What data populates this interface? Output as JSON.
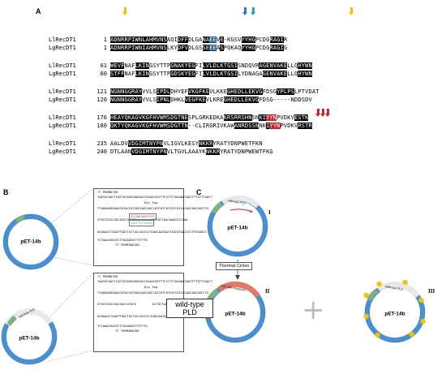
{
  "panel_labels": {
    "a": "A",
    "b": "B",
    "c": "C"
  },
  "alignment": {
    "blocks": [
      {
        "rows": [
          {
            "name": "LlRecDT1",
            "start": "1",
            "segments": [
              [
                "ADNRRPIWN",
                "b"
              ],
              [
                "LAHMVNS",
                "b"
              ],
              [
                "AQI",
                "n"
              ],
              [
                "DFF",
                "b"
              ],
              [
                "DLGA",
                "n"
              ],
              [
                "NA",
                "b"
              ],
              [
                "E",
                "t"
              ],
              [
                "E",
                "t"
              ],
              [
                "V",
                "n"
              ],
              [
                "E",
                "b"
              ],
              [
                "-KGSV",
                "n"
              ],
              [
                "YYHG",
                "b"
              ],
              [
                "PCDG",
                "n"
              ],
              [
                "RAGI",
                "b"
              ],
              [
                "R",
                "n"
              ]
            ]
          },
          {
            "name": "LgRecDT1",
            "start": "1",
            "segments": [
              [
                "ADNRRPIWN",
                "b"
              ],
              [
                "IAHMVNS",
                "b"
              ],
              [
                "LKY",
                "n"
              ],
              [
                "DFV",
                "b"
              ],
              [
                "DLGS",
                "n"
              ],
              [
                "SE",
                "b"
              ],
              [
                "E",
                "t"
              ],
              [
                "E",
                "t"
              ],
              [
                "A",
                "n"
              ],
              [
                "S",
                "b"
              ],
              [
                "PQKAQ",
                "n"
              ],
              [
                "YYHG",
                "b"
              ],
              [
                "PCDG",
                "n"
              ],
              [
                "RAGI",
                "b"
              ],
              [
                "G",
                "n"
              ]
            ]
          }
        ]
      },
      {
        "rows": [
          {
            "name": "LlRecDT1",
            "start": "61",
            "segments": [
              [
                "WEVF",
                "b"
              ],
              [
                "NAF",
                "n"
              ],
              [
                "LKIN",
                "b"
              ],
              [
                "GSYTTP",
                "n"
              ],
              [
                "GNAKYEG",
                "b"
              ],
              [
                "FI",
                "n"
              ],
              [
                "LVLDLKTGSI",
                "b"
              ],
              [
                "SNDQVR",
                "n"
              ],
              [
                "AGENVAKE",
                "b"
              ],
              [
                "LLQ",
                "n"
              ],
              [
                "HYWN",
                "b"
              ]
            ]
          },
          {
            "name": "LgRecDT1",
            "start": "60",
            "segments": [
              [
                "STFF",
                "b"
              ],
              [
                "NAF",
                "n"
              ],
              [
                "LKIN",
                "b"
              ],
              [
                "GSYTTP",
                "n"
              ],
              [
                "GDSKYEG",
                "b"
              ],
              [
                "FI",
                "n"
              ],
              [
                "LVLDLKTGSI",
                "b"
              ],
              [
                "LYDNAGA",
                "n"
              ],
              [
                "GENVAKE",
                "b"
              ],
              [
                "LLQ",
                "n"
              ],
              [
                "HYWN",
                "b"
              ]
            ]
          }
        ]
      },
      {
        "rows": [
          {
            "name": "LlRecDT1",
            "start": "121",
            "segments": [
              [
                "NGNNGGRAY",
                "b"
              ],
              [
                "VVLS",
                "n"
              ],
              [
                "IPDL",
                "b"
              ],
              [
                "DHYEF",
                "n"
              ],
              [
                "VKGFKE",
                "b"
              ],
              [
                "VLKKE",
                "n"
              ],
              [
                "GHEDLLEKVG",
                "b"
              ],
              [
                "FDSG",
                "n"
              ],
              [
                "YPLPS",
                "b"
              ],
              [
                "LPTVDAT",
                "n"
              ]
            ]
          },
          {
            "name": "LgRecDT1",
            "start": "120",
            "segments": [
              [
                "NGNNGGRAY",
                "b"
              ],
              [
                "VVLS",
                "n"
              ],
              [
                "IPNL",
                "b"
              ],
              [
                "DHKL",
                "n"
              ],
              [
                "VEGFKE",
                "b"
              ],
              [
                "VLKRE",
                "n"
              ],
              [
                "GHEDLLEKVG",
                "b"
              ],
              [
                "FDSG",
                "n"
              ],
              [
                "-----",
                "n"
              ],
              [
                "NDDSDV",
                "n"
              ]
            ]
          }
        ]
      },
      {
        "rows": [
          {
            "name": "LlRecDT1",
            "start": "176",
            "segments": [
              [
                "HEAYQKAGVKG",
                "b"
              ],
              [
                "FHVWMSDGTNE",
                "b"
              ],
              [
                "SPLGRKEDKA",
                "n"
              ],
              [
                "KRSRRSHN",
                "b"
              ],
              [
                "SN",
                "n"
              ],
              [
                "KI",
                "b"
              ],
              [
                "YYN",
                "r"
              ],
              [
                "PVDKV",
                "n"
              ],
              [
                "ESTK",
                "b"
              ]
            ]
          },
          {
            "name": "LgRecDT1",
            "start": "180",
            "segments": [
              [
                "QKTYQKAGVKG",
                "b"
              ],
              [
                "FHVWMSDGTTN",
                "b"
              ],
              [
                "--CLIRGRIVKAW",
                "n"
              ],
              [
                "ANRDSSN",
                "b"
              ],
              [
                "NK",
                "n"
              ],
              [
                "I",
                "b"
              ],
              [
                "YYN",
                "r"
              ],
              [
                "PVDKV",
                "n"
              ],
              [
                "RSTR",
                "b"
              ]
            ]
          }
        ]
      },
      {
        "rows": [
          {
            "name": "LlRecDT1",
            "start": "235",
            "segments": [
              [
                "AALDV",
                "n"
              ],
              [
                "VDGIMTNYPN",
                "b"
              ],
              [
                "VLIGVLKESY",
                "n"
              ],
              [
                "NKKR",
                "b"
              ],
              [
                "YRATYDNPWETFKN",
                "n"
              ]
            ]
          },
          {
            "name": "LgRecDT1",
            "start": "240",
            "segments": [
              [
                "DTLAAN",
                "n"
              ],
              [
                "VDGIMTNYPN",
                "b"
              ],
              [
                "VLTGVLAAAYK",
                "n"
              ],
              [
                "NKKR",
                "b"
              ],
              [
                "YRATYDNPWEWTFKG",
                "n"
              ]
            ]
          }
        ]
      }
    ],
    "arrow_colors": {
      "yellow": "#f2c300",
      "blue": "#3a78b5",
      "teal": "#2aa1a8",
      "red": "#c1272d"
    }
  },
  "panel_b": {
    "plasmid_label": "pET-14b",
    "insert_label": "wild-type PLD",
    "box1_lines": {
      "promoter": "T7 PROMOTER",
      "l1": "TAATACGACTCACTATAGGGGAGACCACAACGGTTTCCCTCTAGAAATAATTTTGTTTAACT",
      "tag": "His Tag",
      "l2": "TTAAGAAGGAGATATACCATGGGCAGCAGCCATCATCATCATCATCACAGCAGCGGCCTG",
      "l3": "GTGCCGCGCGGCAGCCATATG",
      "l3b": "GCTGCTAACAAAGCCCGAA",
      "l4": "AGGAAGCTGAGTTGGCTGCTGCCACCGCTGAGCAATAACTAGCATAACCCCTTGGGGCC",
      "l5": "TCTAAACGGGTCTTGAGGGGTTTTTTG",
      "terminator": "T7 TERMINATOR",
      "insert_top": "GTCGACGATCCGT",
      "insert_bot": "CAGCTGCTAGGC"
    },
    "box2_lines": {
      "promoter": "T7 PROMOTER",
      "l1": "TAATACGACTCACTATAGGGGAGACCACAACGGTTTCCCTCTAGAAATAATTTTGTTTAACT",
      "tag": "His Tag",
      "l2": "TTAAGAAGGAGATATACCATGGGCAGCAGCCATCATCATCATCATCACAGCAGCGGCCTG",
      "l3": "GTGCCGCGCGGCAGCCATATG",
      "l3b": "GCTGCTAACAAAGCCCGAA",
      "l4": "AGGAAGCTGAGTTGGCTGCTGCCACCGCTGAGCAATAACTAGCATAACCCCTTGGGGCC",
      "l5": "TCTAAACGGGTCTTGAGGGGTTTTTTG",
      "terminator": "T7 TERMINATOR",
      "pld_line1": "wild-type",
      "pld_line2": "PLD"
    }
  },
  "panel_c": {
    "plasmid_label": "pET-14b",
    "insert_wt": "wild-type PLD",
    "insert_mut": "PLD with mutations",
    "roman": {
      "i": "I",
      "ii": "II",
      "iii": "III"
    },
    "thermal": "Thermal Cicles",
    "plus": "+"
  },
  "colors": {
    "plasmid_blue": "#4a90d0",
    "plasmid_blue_dark": "#2f6ea8",
    "insert_gray": "#e8e8e8",
    "green_tag": "#7fb27f",
    "mut_red": "#e07a6b",
    "star_yellow": "#f2c300"
  }
}
